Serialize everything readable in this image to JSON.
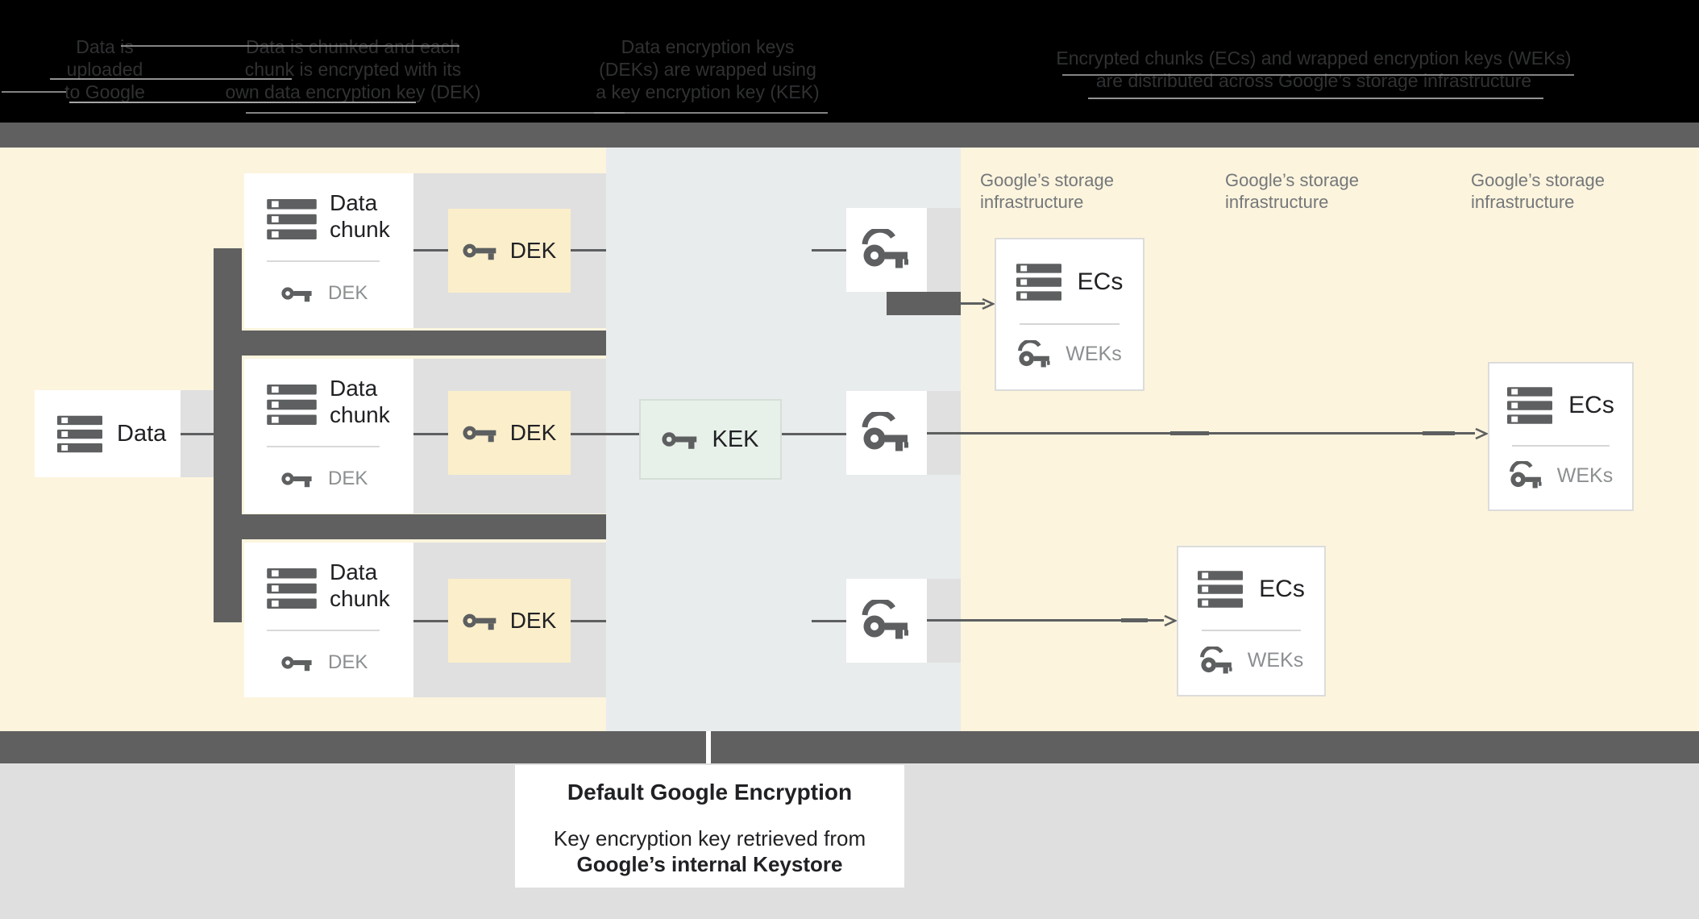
{
  "colors": {
    "zone_yellow": "#fcf4dd",
    "zone_gray": "#e9eced",
    "strip_gray": "#e0e0e0",
    "dark_gray": "#606060",
    "kek_bg": "#e7f0e9",
    "dek_bg": "#fbeecb",
    "ecs_border": "#dcdcdc",
    "text_dark": "#202124",
    "text_gray": "#8c8f91",
    "storage_label_gray": "#74777a",
    "bottom_bg": "#dfdfdf",
    "line": "#5d5f60",
    "header_bg": "#000000"
  },
  "header": {
    "steps": [
      {
        "lines": [
          "Data is",
          "uploaded",
          "to Google"
        ]
      },
      {
        "lines": [
          "Data is chunked and each",
          "chunk is encrypted with its",
          "own data encryption key (DEK)"
        ]
      },
      {
        "lines": [
          "Data encryption keys",
          "(DEKs) are wrapped using",
          "a key encryption key (KEK)"
        ]
      },
      {
        "lines": [
          "Encrypted chunks (ECs) and wrapped encryption keys (WEKs)",
          "are distributed across Google’s storage infrastructure"
        ]
      }
    ]
  },
  "diagram": {
    "data_box": {
      "label": "Data"
    },
    "chunks": [
      {
        "title": "Data chunk",
        "dek_small_label": "DEK",
        "dek_box_label": "DEK"
      },
      {
        "title": "Data chunk",
        "dek_small_label": "DEK",
        "dek_box_label": "DEK"
      },
      {
        "title": "Data chunk",
        "dek_small_label": "DEK",
        "dek_box_label": "DEK"
      }
    ],
    "kek_label": "KEK",
    "storage_labels": [
      {
        "line1": "Google’s storage",
        "line2": "infrastructure"
      },
      {
        "line1": "Google’s storage",
        "line2": "infrastructure"
      },
      {
        "line1": "Google’s storage",
        "line2": "infrastructure"
      }
    ],
    "ecs": [
      {
        "title": "ECs",
        "keys_label": "WEKs"
      },
      {
        "title": "ECs",
        "keys_label": "WEKs"
      },
      {
        "title": "ECs",
        "keys_label": "WEKs"
      }
    ]
  },
  "caption": {
    "title": "Default Google Encryption",
    "line1": "Key encryption key retrieved from",
    "line2": "Google’s internal Keystore"
  }
}
